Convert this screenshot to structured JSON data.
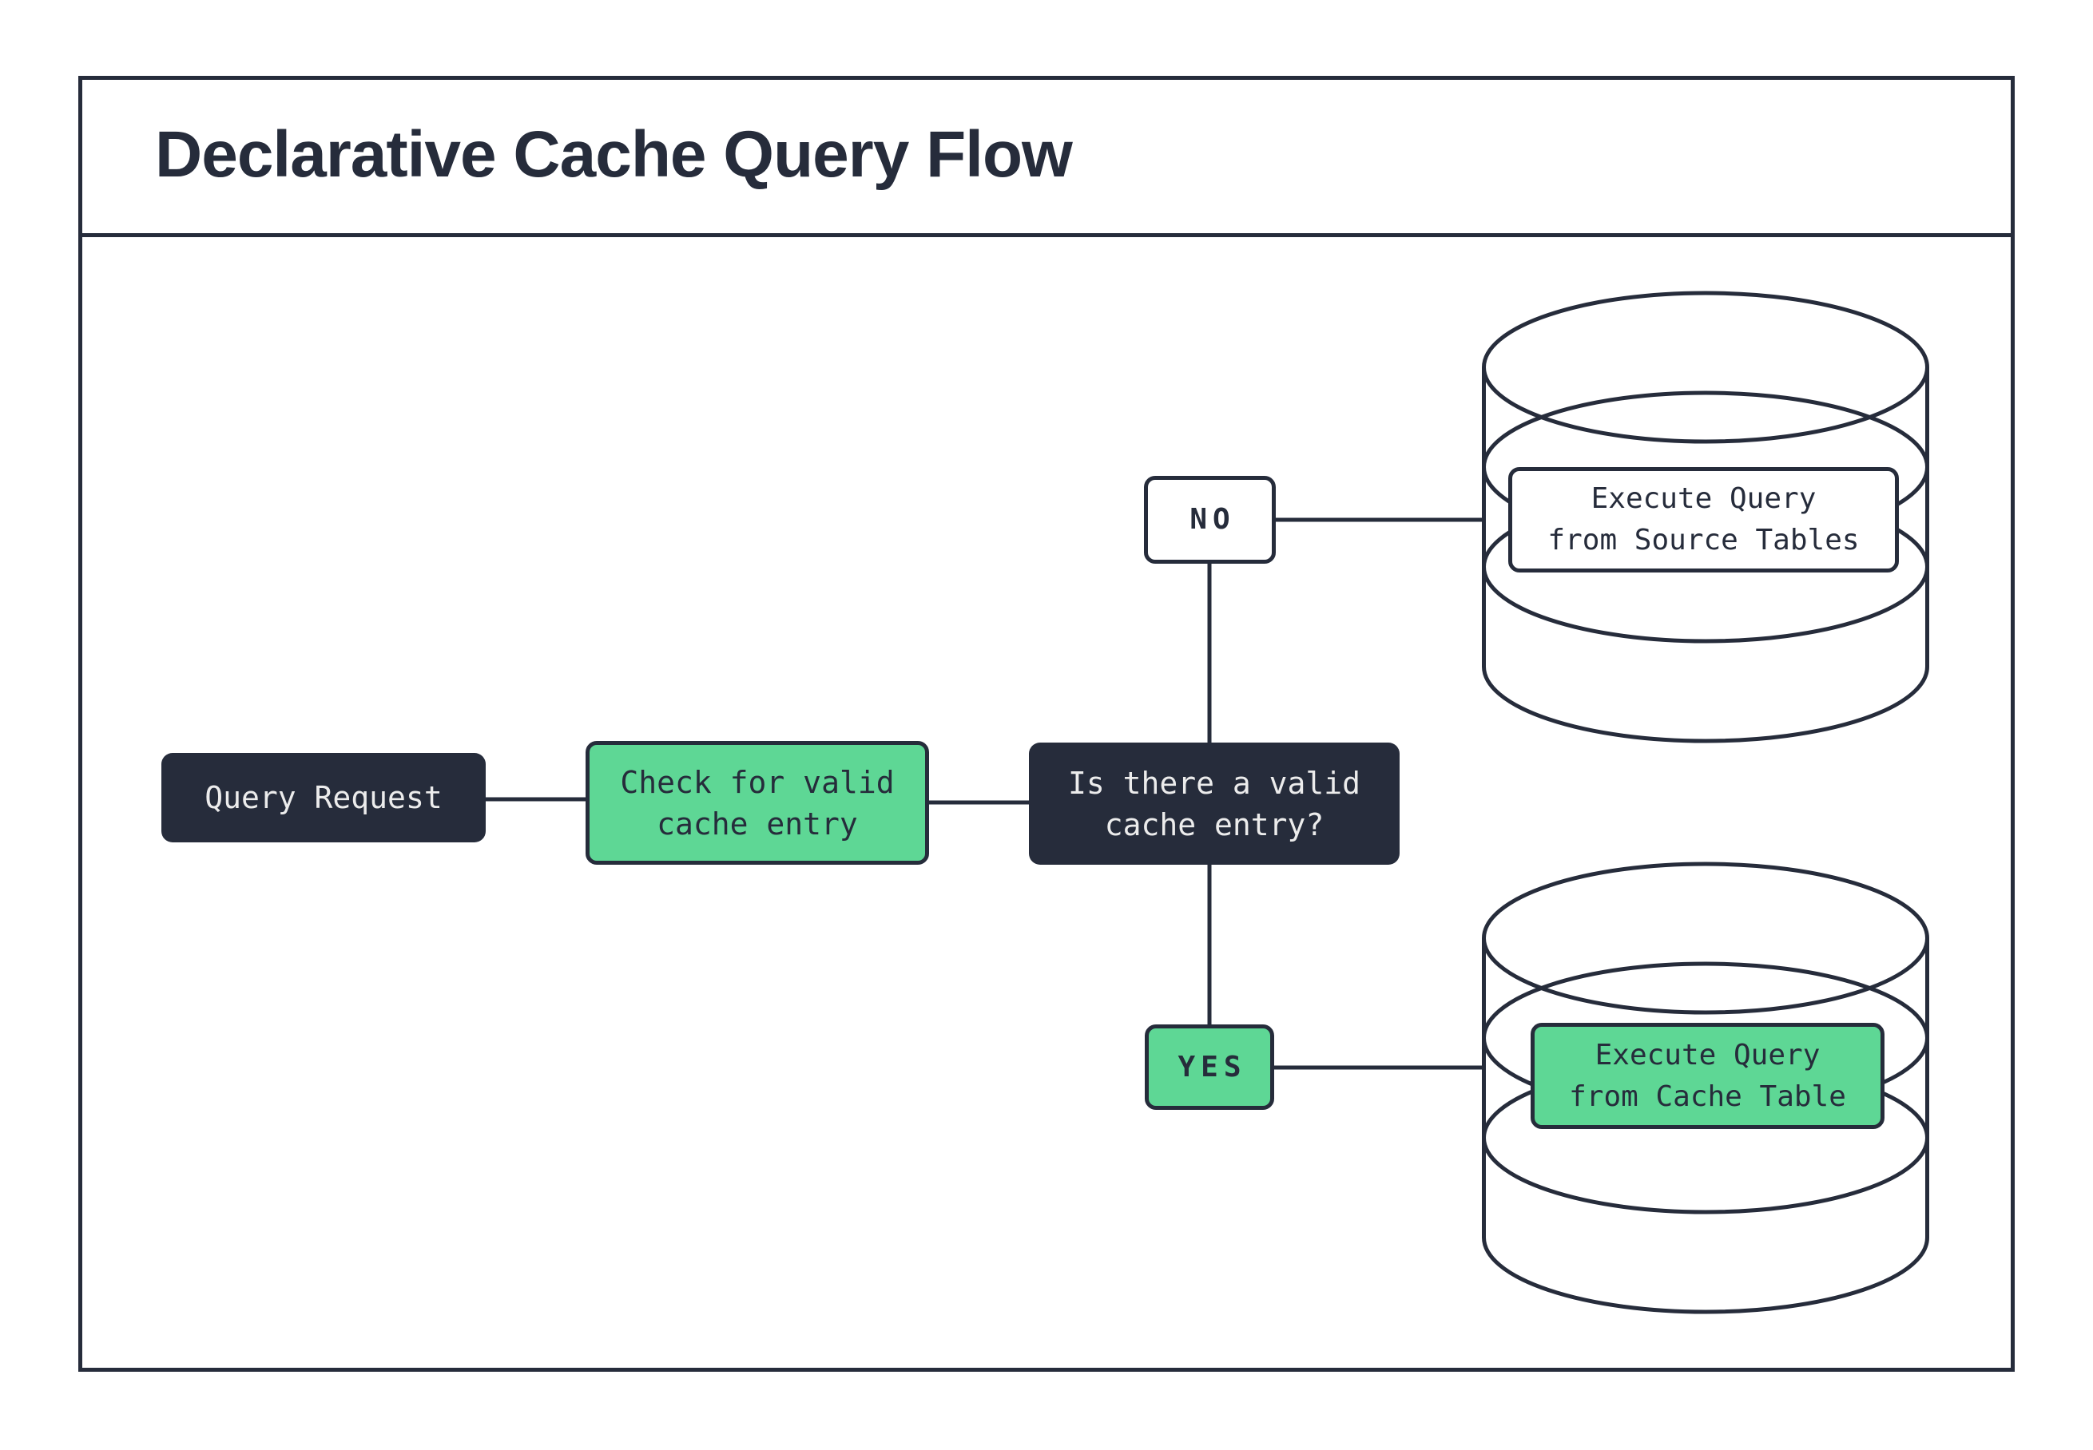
{
  "title": "Declarative Cache Query Flow",
  "colors": {
    "dark": "#262C3B",
    "green": "#5ED795",
    "text_light": "#ECECEC",
    "white": "#FFFFFF"
  },
  "nodes": {
    "query_request": {
      "label": "Query Request"
    },
    "check_cache": {
      "label": "Check for valid\ncache entry"
    },
    "decision": {
      "label": "Is there a valid\ncache entry?"
    },
    "no_branch": {
      "label": "NO"
    },
    "yes_branch": {
      "label": "YES"
    },
    "source_db": {
      "label": "Execute Query\nfrom Source Tables"
    },
    "cache_db": {
      "label": "Execute Query\nfrom Cache Table"
    }
  }
}
